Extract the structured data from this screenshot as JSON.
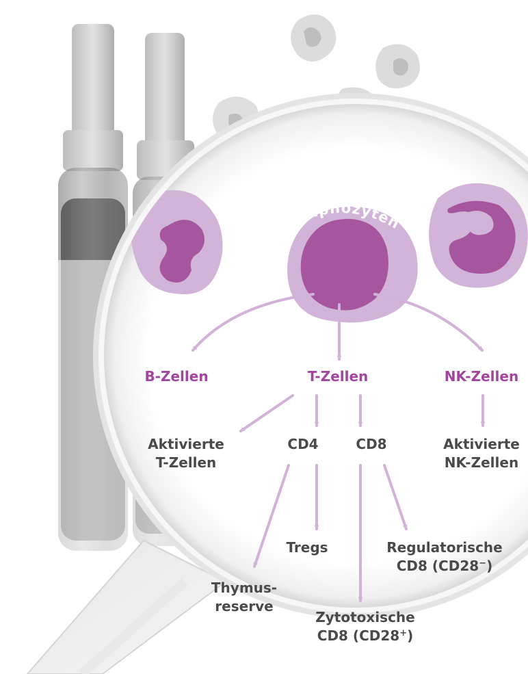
{
  "colors": {
    "accent": "#a3449f",
    "nucleus": "#a6569f",
    "cytoplasm": "#d1b4d8",
    "arrow": "#d2b2d8",
    "text": "#4a4a4a"
  },
  "diagram": {
    "top_label": "Lymphozyten",
    "categories": {
      "b_cells": "B-Zellen",
      "t_cells": "T-Zellen",
      "nk_cells": "NK-Zellen"
    },
    "t_subsets": {
      "activated_t": {
        "line1": "Aktivierte",
        "line2": "T-Zellen"
      },
      "cd4": "CD4",
      "cd8": "CD8",
      "tregs": "Tregs",
      "thymus_reserve": {
        "line1": "Thymus-",
        "line2": "reserve"
      },
      "regulatory_cd8": {
        "line1": "Regulatorische",
        "line2_main": "CD8 (CD28",
        "line2_sup": "−",
        "line2_end": ")"
      },
      "cytotoxic_cd8": {
        "line1": "Zytotoxische",
        "line2_main": "CD8 (CD28",
        "line2_sup": "+",
        "line2_end": ")"
      }
    },
    "nk_subsets": {
      "activated_nk": {
        "line1": "Aktivierte",
        "line2": "NK-Zellen"
      }
    }
  }
}
